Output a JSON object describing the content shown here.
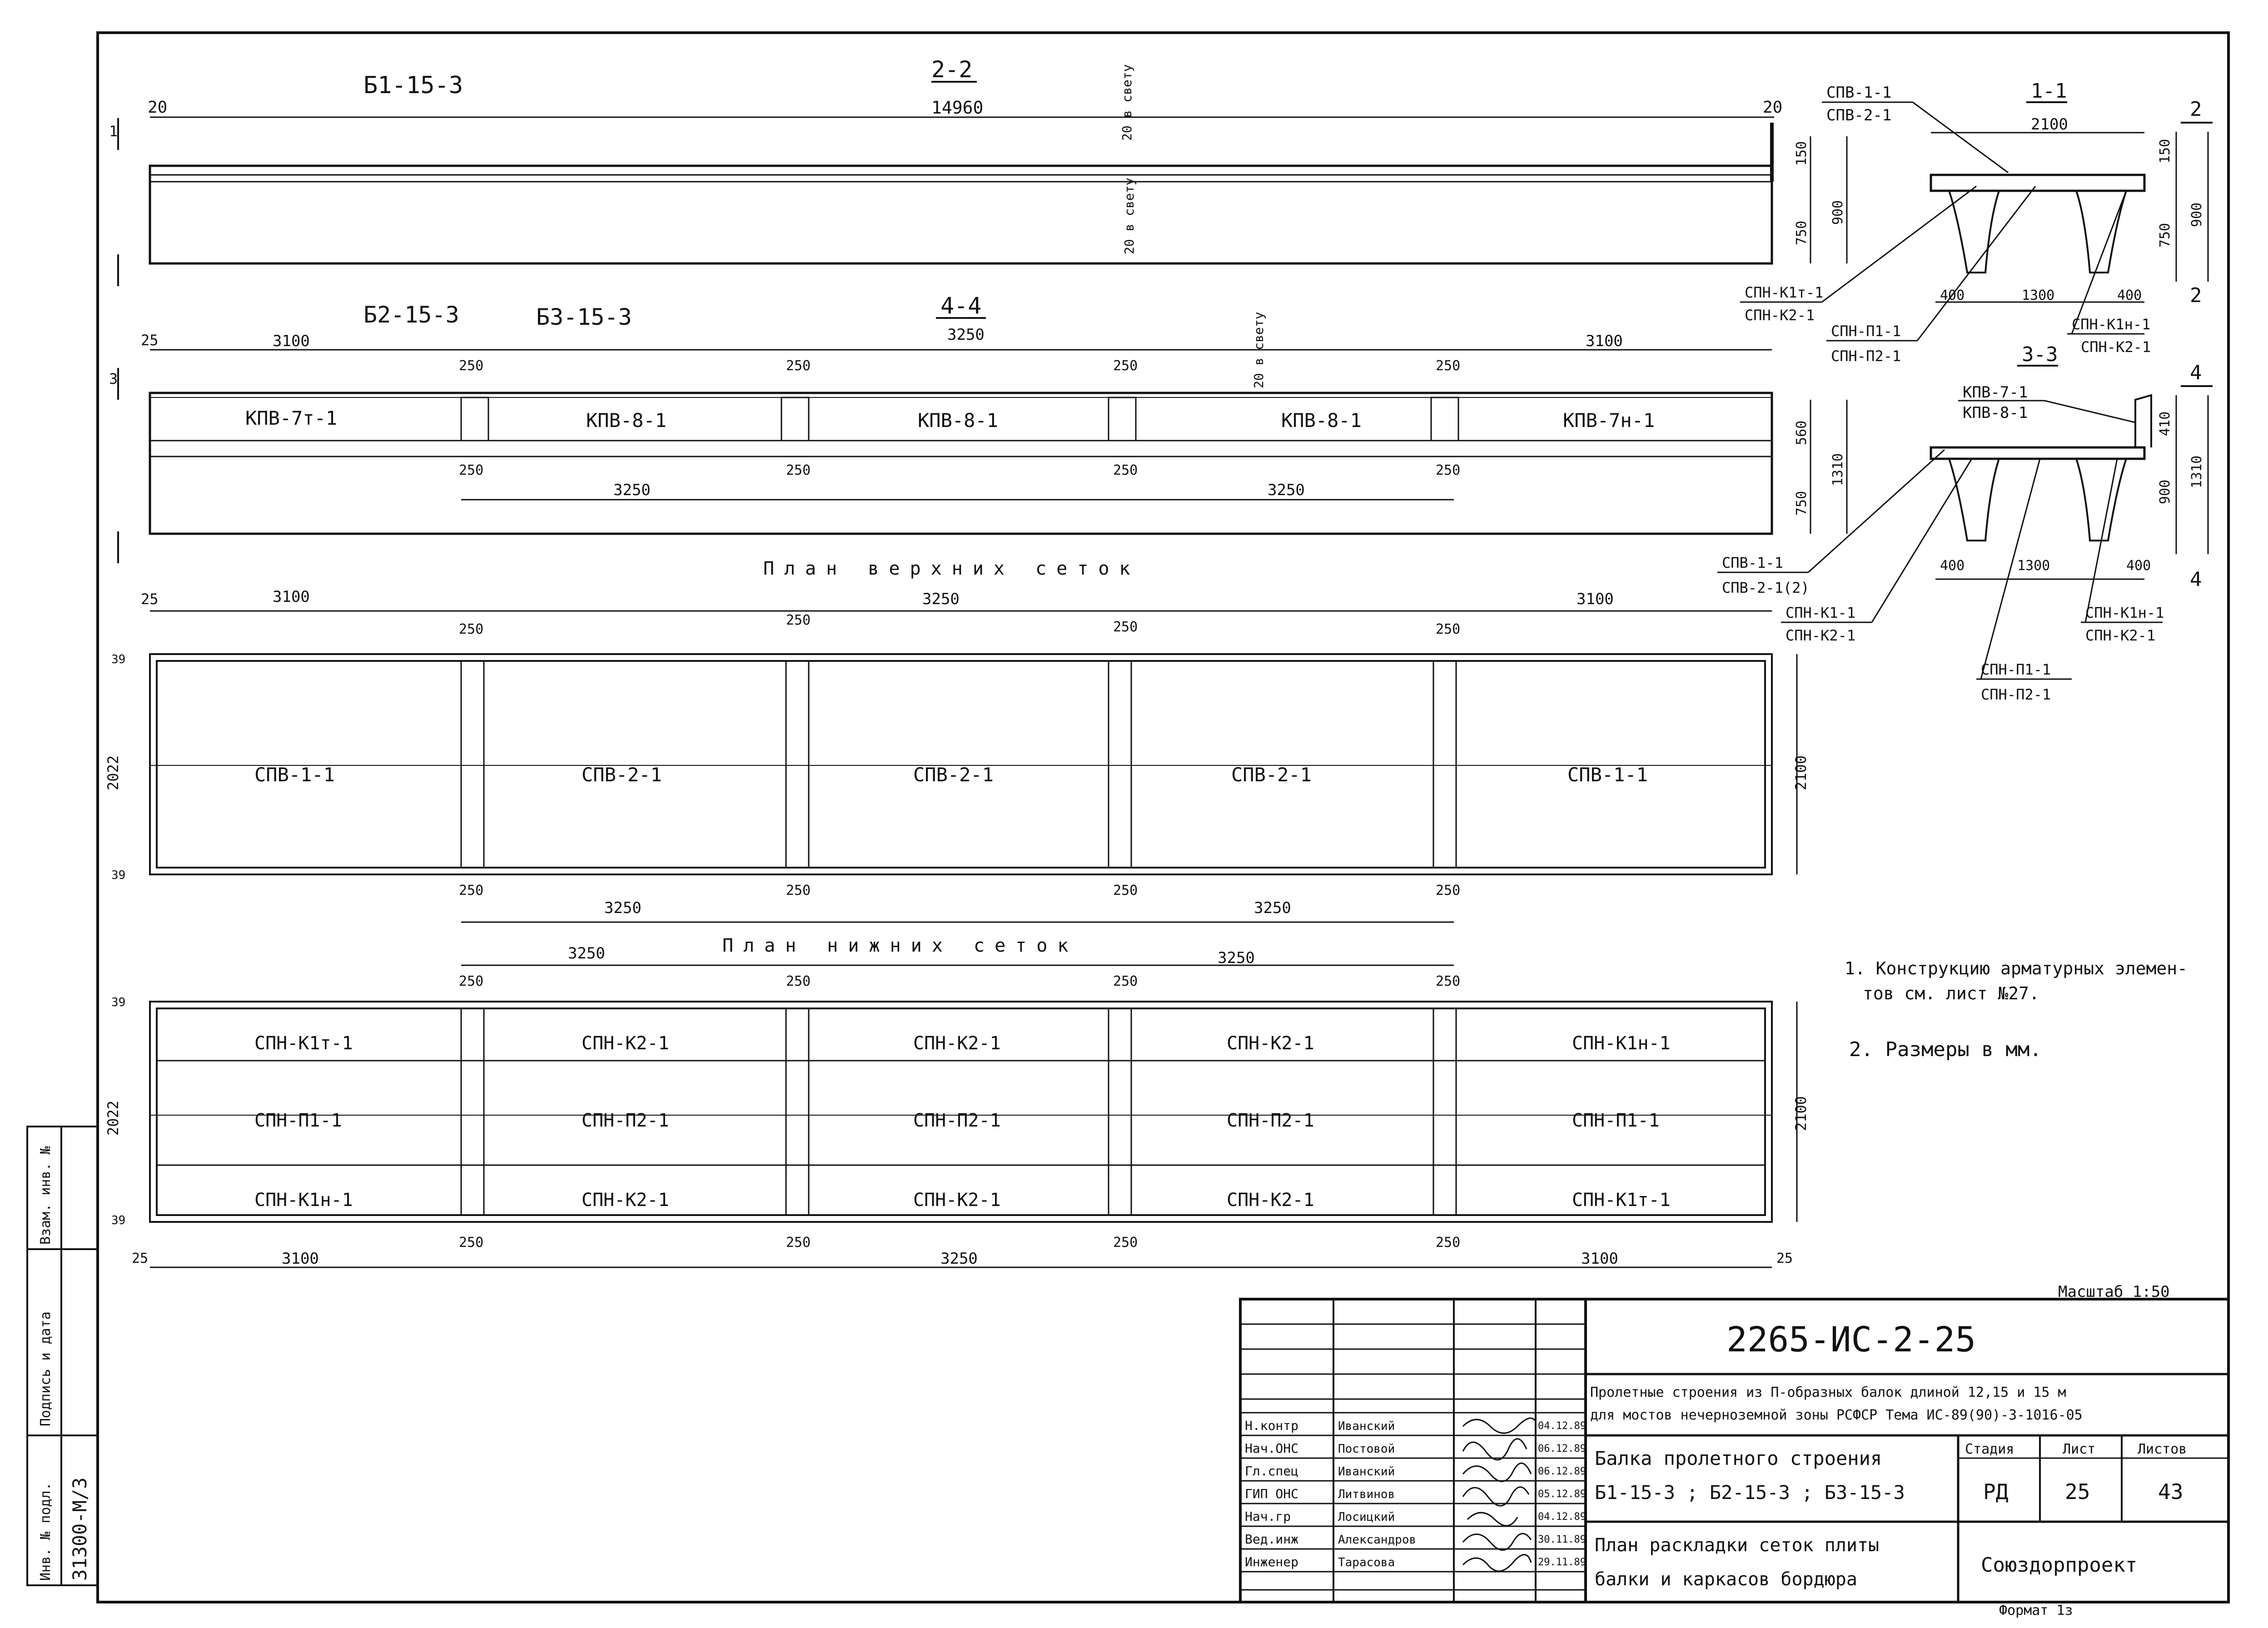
{
  "views": {
    "top_mark": "Б1-15-3",
    "sec22_title": "2-2",
    "dim_20_left": "20",
    "dim_14960": "14960",
    "dim_20_right": "20",
    "gap_note_1": "20 в свету",
    "gap_note_2": "20 в свету",
    "dim_150_top": "150",
    "dim_750_top": "750",
    "dim_900_top": "900",
    "cut_1": "1",
    "mark_b2": "Б2-15-3",
    "mark_b3": "Б3-15-3",
    "sec44_title": "4-4",
    "dim_25": "25",
    "dim_3100_a": "3100",
    "dim_3250_top": "3250",
    "dim_3100_b": "3100",
    "dim_250": "250",
    "gap_note_3": "20 в свету",
    "cut_3": "3",
    "kpv": [
      "КПВ-7т-1",
      "КПВ-8-1",
      "КПВ-8-1",
      "КПВ-8-1",
      "КПВ-7н-1"
    ],
    "dim_3250_mid_a": "3250",
    "dim_3250_mid_b": "3250",
    "dim_560": "560",
    "dim_750_mid": "750",
    "dim_1310_mid": "1310",
    "plan_upper_title": "План верхних сеток",
    "upper_dims_top": [
      "3100",
      "3250",
      "3100"
    ],
    "upper_dim_25": "25",
    "upper_nets": [
      "СПВ-1-1",
      "СПВ-2-1",
      "СПВ-2-1",
      "СПВ-2-1",
      "СПВ-1-1"
    ],
    "dim_2022_a": "2022",
    "dim_2100_a": "2100",
    "dim_39": "39",
    "upper_dims_bottom": [
      "3250",
      "3250"
    ],
    "plan_lower_title": "План нижних сеток",
    "lower_dims_top": [
      "3250",
      "3250"
    ],
    "lower_row1": [
      "СПН-К1т-1",
      "СПН-К2-1",
      "СПН-К2-1",
      "СПН-К2-1",
      "СПН-К1н-1"
    ],
    "lower_row2": [
      "СПН-П1-1",
      "СПН-П2-1",
      "СПН-П2-1",
      "СПН-П2-1",
      "СПН-П1-1"
    ],
    "lower_row3": [
      "СПН-К1н-1",
      "СПН-К2-1",
      "СПН-К2-1",
      "СПН-К2-1",
      "СПН-К1т-1"
    ],
    "dim_2022_b": "2022",
    "dim_2100_b": "2100",
    "lower_dims_bottom": [
      "3100",
      "3250",
      "3100"
    ]
  },
  "sections": {
    "s11_title": "1-1",
    "s11_label_a1": "СПВ-1-1",
    "s11_label_a2": "СПВ-2-1",
    "s11_dim_2100": "2100",
    "s11_dim_150": "150",
    "s11_dim_750": "750",
    "s11_dim_900": "900",
    "s11_dim_400a": "400",
    "s11_dim_1300": "1300",
    "s11_dim_400b": "400",
    "s11_label_b1": "СПН-К1т-1",
    "s11_label_b2": "СПН-К2-1",
    "s11_label_c1": "СПН-П1-1",
    "s11_label_c2": "СПН-П2-1",
    "s11_label_d1": "СПН-К1н-1",
    "s11_label_d2": "СПН-К2-1",
    "cut_2": "2",
    "s33_title": "3-3",
    "s33_label_a1": "КПВ-7-1",
    "s33_label_a2": "КПВ-8-1",
    "s33_dim_410": "410",
    "s33_dim_900": "900",
    "s33_dim_1310": "1310",
    "s33_dim_400a": "400",
    "s33_dim_1300": "1300",
    "s33_dim_400b": "400",
    "s33_label_b1": "СПВ-1-1",
    "s33_label_b2": "СПВ-2-1(2)",
    "s33_label_c1": "СПН-К1-1",
    "s33_label_c2": "СПН-К2-1",
    "s33_label_d1": "СПН-К1н-1",
    "s33_label_d2": "СПН-К2-1",
    "s33_label_e1": "СПН-П1-1",
    "s33_label_e2": "СПН-П2-1",
    "cut_4": "4"
  },
  "notes": {
    "note1_line1": "1. Конструкцию арматурных элемен-",
    "note1_line2": "тов см. лист №27.",
    "note2": "2. Размеры в мм.",
    "scale": "Масштаб 1:50"
  },
  "side_stamp": {
    "col1": "Инв. № подл.",
    "col1_value": "31300-М/3",
    "col2": "Подпись и дата",
    "col3": "Взам. инв. №"
  },
  "title_block": {
    "doc_code": "2265-ИС-2-25",
    "project_line1": "Пролетные строения из П-образных балок длиной 12,15 и 15 м",
    "project_line2": "для мостов нечерноземной зоны РСФСР Тема ИС-89(90)-3-1016-05",
    "sheet_title_1": "Балка пролетного строения",
    "sheet_title_2": "Б1-15-3 ; Б2-15-3 ; Б3-15-3",
    "drawing_title_1": "План раскладки сеток плиты",
    "drawing_title_2": "балки и каркасов бордюра",
    "stage_label": "Стадия",
    "sheet_label": "Лист",
    "sheets_label": "Листов",
    "stage": "РД",
    "sheet": "25",
    "sheets": "43",
    "org": "Союздорпроект",
    "roles": [
      "Н.контр",
      "Нач.ОНС",
      "Гл.спец",
      "ГИП ОНС",
      "Нач.гр",
      "Вед.инж",
      "Инженер"
    ],
    "names": [
      "Иванский",
      "Постовой",
      "Иванский",
      "Литвинов",
      "Лосицкий",
      "Александров",
      "Тарасова"
    ],
    "dates": [
      "04.12.89",
      "06.12.89",
      "06.12.89",
      "05.12.89",
      "04.12.89",
      "30.11.89",
      "29.11.89"
    ],
    "format": "Формат 1з"
  }
}
